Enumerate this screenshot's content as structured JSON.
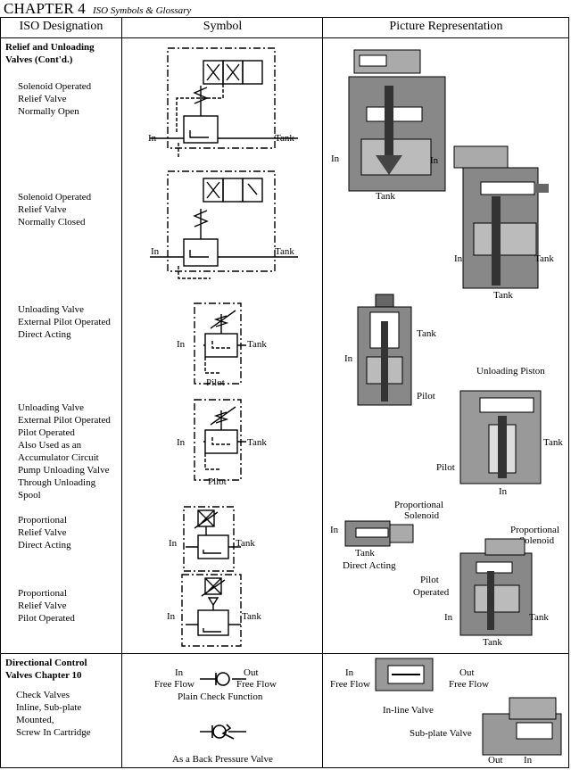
{
  "header": {
    "chapter": "CHAPTER 4",
    "subtitle": "ISO Symbols & Glossary"
  },
  "columns": [
    "ISO Designation",
    "Symbol",
    "Picture Representation"
  ],
  "section1": {
    "title_line1": "Relief and Unloading",
    "title_line2": "Valves  (Cont'd.)",
    "items": [
      [
        "Solenoid Operated",
        "Relief Valve",
        "Normally Open"
      ],
      [
        "Solenoid Operated",
        "Relief Valve",
        "Normally Closed"
      ],
      [
        "Unloading Valve",
        "External Pilot Operated",
        "Direct Acting"
      ],
      [
        "Unloading Valve",
        "External Pilot Operated",
        "Pilot Operated",
        "Also Used as an",
        "Accumulator Circuit",
        "Pump Unloading Valve",
        "Through Unloading",
        "Spool"
      ],
      [
        "Proportional",
        "Relief Valve",
        "Direct Acting"
      ],
      [
        "Proportional",
        "Relief Valve",
        "Pilot Operated"
      ]
    ]
  },
  "section2": {
    "title_line1": "Directional Control",
    "title_line2": "Valves Chapter 10",
    "items": [
      "Check Valves",
      "Inline, Sub-plate",
      "Mounted,",
      "Screw In Cartridge"
    ]
  },
  "labels": {
    "in": "In",
    "tank": "Tank",
    "pilot": "Pilot",
    "out": "Out",
    "free_flow": "Free Flow",
    "plain_check": "Plain Check Function",
    "back_pressure": "As a Back Pressure Valve",
    "unloading_piston": "Unloading Piston",
    "proportional": "Proportional",
    "solenoid": "Solenoid",
    "direct_acting": "Direct Acting",
    "pilot_operated_1": "Pilot",
    "pilot_operated_2": "Operated",
    "inline_valve": "In-line Valve",
    "subplate_valve": "Sub-plate Valve"
  }
}
